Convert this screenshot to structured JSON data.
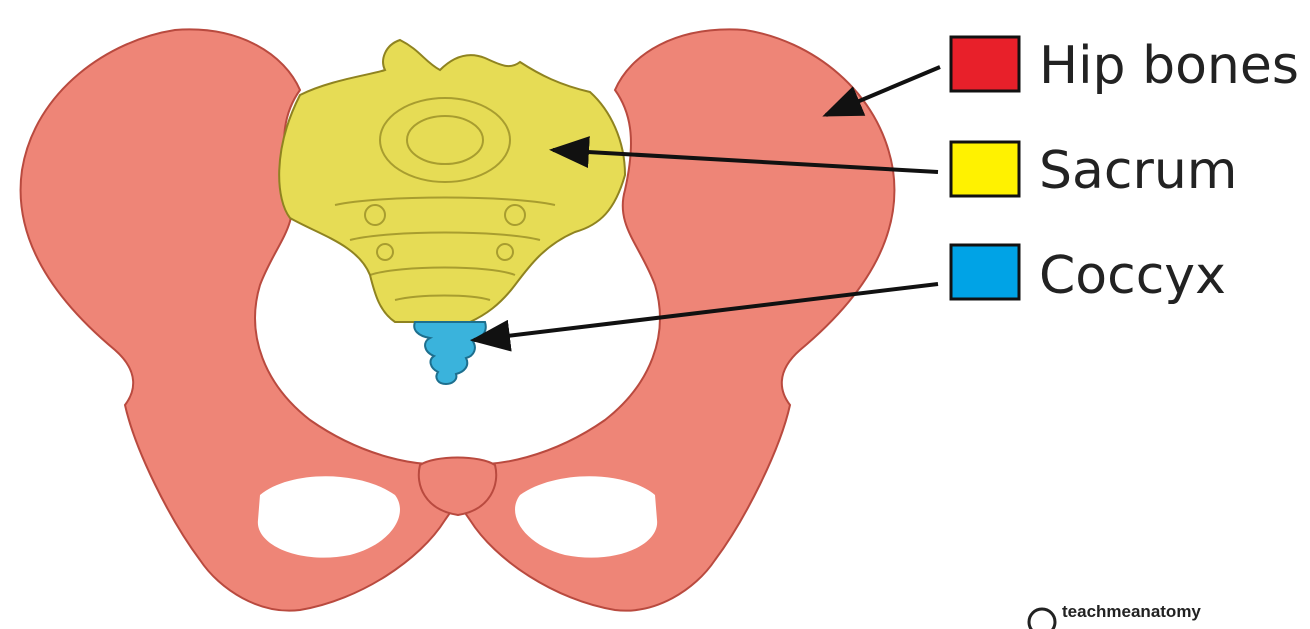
{
  "legend": {
    "items": [
      {
        "label": "Hip bones",
        "color": "#e8202a",
        "region": "hip-bones"
      },
      {
        "label": "Sacrum",
        "color": "#fff200",
        "region": "sacrum"
      },
      {
        "label": "Coccyx",
        "color": "#00a3e6",
        "region": "coccyx"
      }
    ]
  },
  "regions": {
    "hip_bones_fill": "#ee8577",
    "hip_bones_stroke": "#b94a3f",
    "sacrum_fill": "#e6dc55",
    "sacrum_stroke": "#8f8320",
    "coccyx_fill": "#3ab3dc",
    "coccyx_stroke": "#1d6f8e"
  },
  "watermark": {
    "symbol": "©",
    "text": "teachmeanatomy"
  }
}
